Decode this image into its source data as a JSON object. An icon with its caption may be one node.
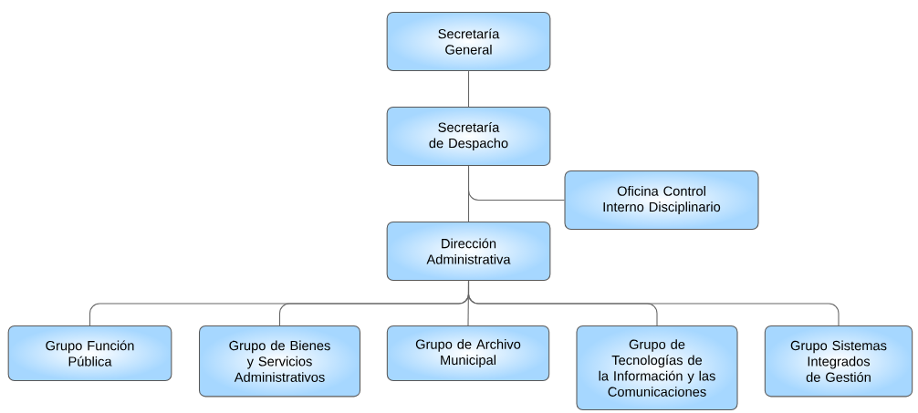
{
  "diagram": {
    "nodes": [
      {
        "text": [
          "Secretaría General"
        ]
      },
      {
        "text": [
          "Secretaría de Despacho"
        ]
      },
      {
        "text": [
          "Oficina Control Interno Disciplinario"
        ]
      },
      {
        "text": [
          "Dirección Administrativa"
        ]
      },
      {
        "text": [
          "Grupo Función Pública"
        ]
      },
      {
        "text": [
          "Grupo de Bienes y Servicios Administrativos"
        ]
      },
      {
        "text": [
          "Grupo de Archivo Municipal"
        ]
      },
      {
        "text": [
          "Grupo de Tecnologías de la Información y las Comunicaciones"
        ]
      },
      {
        "text": [
          "Grupo Sistemas Integrados de Gestión"
        ]
      }
    ],
    "edges": [
      {
        "from": 0,
        "to": 1,
        "arrow": "none"
      },
      {
        "from": 1,
        "to": 2,
        "arrow": "none"
      },
      {
        "from": 1,
        "to": 3,
        "arrow": "none"
      },
      {
        "from": 3,
        "to": 4,
        "arrow": "none"
      },
      {
        "from": 3,
        "to": 5,
        "arrow": "none"
      },
      {
        "from": 3,
        "to": 6,
        "arrow": "none"
      },
      {
        "from": 3,
        "to": 7,
        "arrow": "none"
      },
      {
        "from": 3,
        "to": 8,
        "arrow": "none"
      }
    ]
  }
}
